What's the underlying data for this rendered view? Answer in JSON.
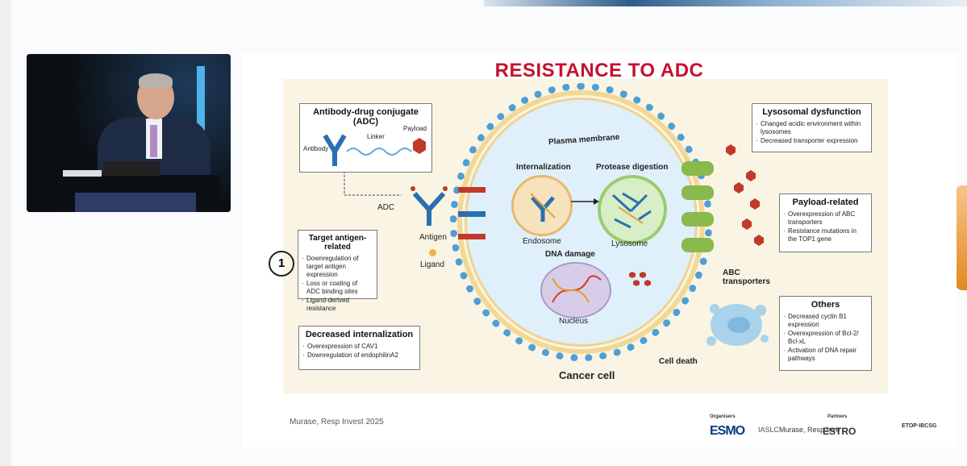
{
  "slide": {
    "title": "RESISTANCE TO ADC",
    "step_number": "1",
    "reference": "Murase, Resp Invest 2025"
  },
  "figure": {
    "adc_box": {
      "title": "Antibody-drug conjugate (ADC)",
      "antibody": "Antibody",
      "linker": "Linker",
      "payload": "Payload"
    },
    "adc_label": "ADC",
    "antigen_label": "Antigen",
    "ligand_label": "Ligand",
    "plasma_membrane": "Plasma membrane",
    "internalization": "Internalization",
    "endosome": "Endosome",
    "protease_digestion": "Protease digestion",
    "lysosome": "Lysosome",
    "dna_damage": "DNA damage",
    "nucleus": "Nucleus",
    "abc_transporters": "ABC\ntransporters",
    "cell_death": "Cell death",
    "cancer_cell": "Cancer cell",
    "target_antigen": {
      "title": "Target antigen-related",
      "items": [
        "Downregulation of target antigen expression",
        "Loss or coating of ADC binding sites",
        "Ligand-derived resistance"
      ]
    },
    "decreased_internalization": {
      "title": "Decreased internalization",
      "items": [
        "Overexpression of CAV1",
        "Downregulation of endophilinA2"
      ]
    },
    "lysosomal_dysfunction": {
      "title": "Lysosomal dysfunction",
      "items": [
        "Changed acidic environment within lysosomes",
        "Decreased transporter expression"
      ]
    },
    "payload_related": {
      "title": "Payload-related",
      "items": [
        "Overexpression of ABC transporters",
        "Resistance mutations in the TOP1 gene"
      ]
    },
    "others": {
      "title": "Others",
      "items": [
        "Decreased cyclin B1 expression",
        "Overexpression of Bcl-2/ Bcl-xL",
        "Activation of DNA repair pathways"
      ]
    }
  },
  "logos": {
    "organisers": "Organisers",
    "partners": "Partners",
    "esmo": "ESMO",
    "iaslc": "IASLC",
    "overlap_text": "Murase, Resp Inve",
    "estro": "ESTRO",
    "etop": "ETOP·IBCSG"
  },
  "colors": {
    "title": "#c8102e",
    "membrane": "#4d9fd6",
    "figure_bg": "#f9f4e4"
  }
}
